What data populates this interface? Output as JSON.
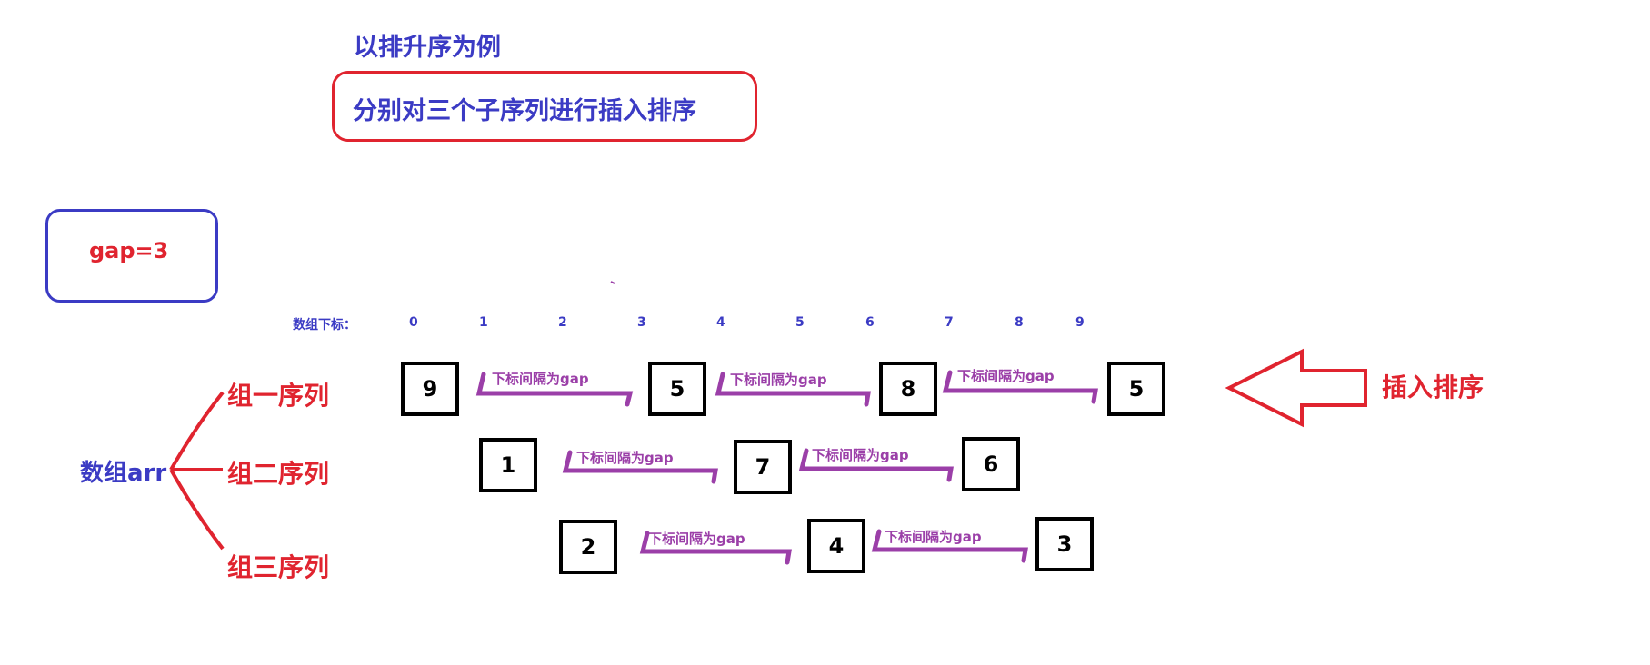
{
  "header": {
    "title": "以排升序为例",
    "subtitle": "分别对三个子序列进行插入排序"
  },
  "gap_label": "gap=3",
  "array": {
    "label": "数组arr",
    "index_caption": "数组下标：",
    "indices": [
      "0",
      "1",
      "2",
      "3",
      "4",
      "5",
      "6",
      "7",
      "8",
      "9"
    ]
  },
  "groups": [
    {
      "name": "组一序列",
      "values": [
        "9",
        "5",
        "8",
        "5"
      ],
      "gap_labels": [
        "下标间隔为gap",
        "下标间隔为gap",
        "下标间隔为gap"
      ]
    },
    {
      "name": "组二序列",
      "values": [
        "1",
        "7",
        "6"
      ],
      "gap_labels": [
        "下标间隔为gap",
        "下标间隔为gap"
      ]
    },
    {
      "name": "组三序列",
      "values": [
        "2",
        "4",
        "3"
      ],
      "gap_labels": [
        "下标间隔为gap",
        "下标间隔为gap"
      ]
    }
  ],
  "insert_sort_label": "插入排序",
  "colors": {
    "blue_text": "#3b3bc4",
    "red": "#e0242f",
    "purple_arrow": "#9b3fa8",
    "cell_border": "#000000"
  }
}
